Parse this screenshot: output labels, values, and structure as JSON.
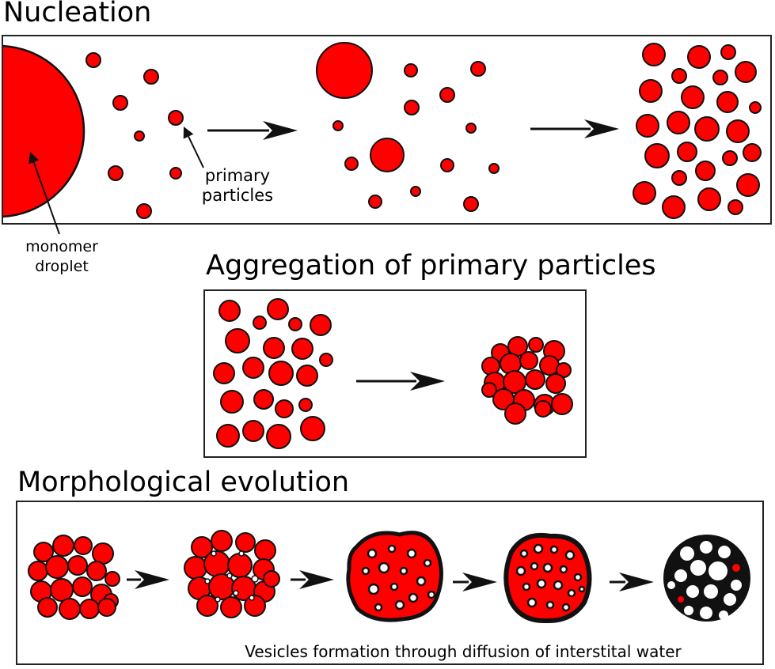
{
  "sections": {
    "nucleation": {
      "title": "Nucleation"
    },
    "aggregation": {
      "title": "Aggregation of primary particles"
    },
    "morphology": {
      "title": "Morphological evolution"
    }
  },
  "labels": {
    "primary_particles": {
      "line1": "primary",
      "line2": "particles"
    },
    "monomer_droplet": {
      "line1": "monomer",
      "line2": "droplet"
    },
    "vesicles": "Vesicles formation through diffusion of interstital water"
  },
  "colors": {
    "particle": "#ff0000",
    "outline": "#111111",
    "dark": "#111111",
    "void": "#ffffff"
  }
}
